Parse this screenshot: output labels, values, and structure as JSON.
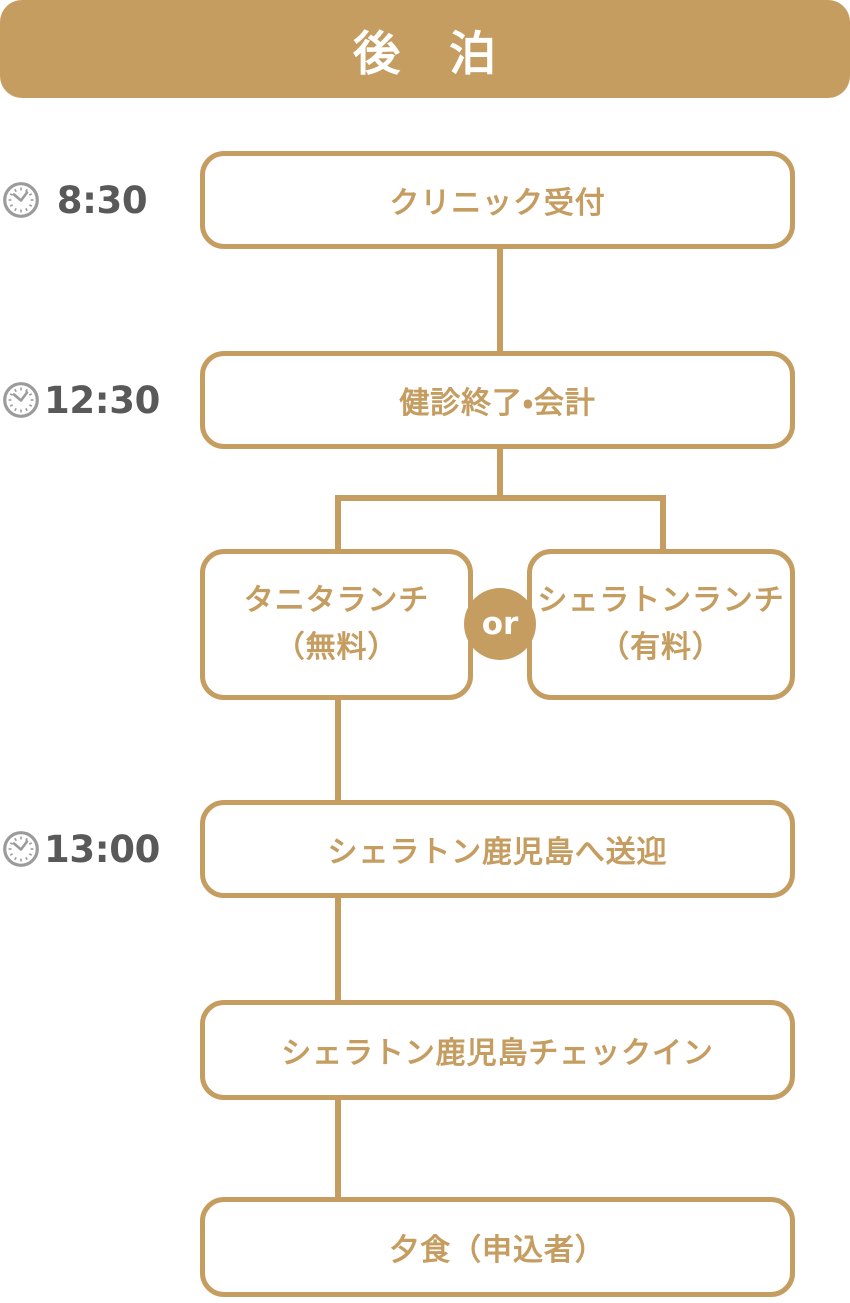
{
  "header": {
    "title": "後　泊"
  },
  "steps": [
    {
      "time": "8:30",
      "label": "クリニック受付"
    },
    {
      "time": "12:30",
      "label": "健診終了・会計"
    },
    {
      "time": "13:00",
      "label": "シェラトン鹿児島へ送迎"
    },
    {
      "label": "シェラトン鹿児島チェックイン"
    },
    {
      "label": "夕食（申込者）"
    }
  ],
  "branch": {
    "left": {
      "title": "タニタランチ",
      "note": "（無料）"
    },
    "right": {
      "title": "シェラトンランチ",
      "note": "（有料）"
    },
    "connector_label": "or"
  },
  "icons": {
    "clock": "clock-icon"
  },
  "colors": {
    "gold": "#C59D61",
    "time-gray": "#595959",
    "clock-gray": "#9B9B9B",
    "box-bg": "#FFFFFF",
    "header-text": "#FFFFFF"
  }
}
